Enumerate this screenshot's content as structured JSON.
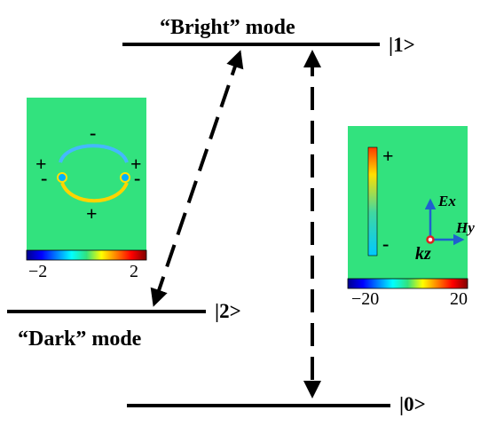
{
  "levels": {
    "bright_label": "“Bright” mode",
    "bright_state": "|1>",
    "dark_label": "“Dark” mode",
    "dark_state": "|2>",
    "ground_state": "|0>"
  },
  "dark_map": {
    "signs": {
      "top": "-",
      "left_plus": "+",
      "left_minus": "-",
      "right_plus": "+",
      "right_minus": "-",
      "bottom": "+"
    },
    "colorbar": {
      "min_label": "−2",
      "max_label": "2"
    }
  },
  "bright_map": {
    "signs": {
      "plus": "+",
      "minus": "-"
    },
    "colorbar": {
      "min_label": "−20",
      "max_label": "20"
    },
    "axes": {
      "ex": "Ex",
      "hy": "Hy",
      "kz": "kz"
    }
  },
  "colors": {
    "field_background": "#32e27e",
    "line": "#000000",
    "axis_arrow": "#1f5fd0",
    "k_dot": "#e02020"
  }
}
